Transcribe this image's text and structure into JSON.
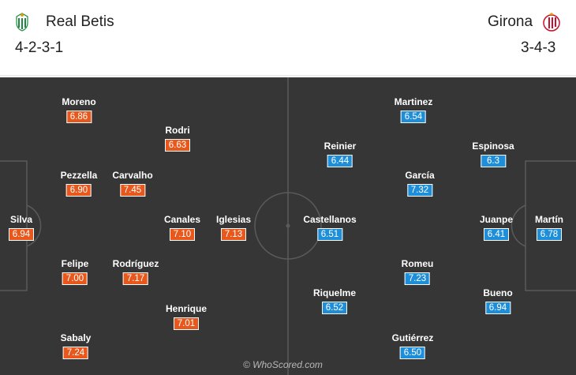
{
  "home": {
    "name": "Real Betis",
    "formation": "4-2-3-1",
    "crest_icon": "real-betis-crest-icon",
    "rating_color": "#e8581c",
    "players": [
      {
        "name": "Moreno",
        "rating": "6.86"
      },
      {
        "name": "Rodri",
        "rating": "6.63"
      },
      {
        "name": "Pezzella",
        "rating": "6.90"
      },
      {
        "name": "Carvalho",
        "rating": "7.45"
      },
      {
        "name": "Silva",
        "rating": "6.94"
      },
      {
        "name": "Canales",
        "rating": "7.10"
      },
      {
        "name": "Iglesias",
        "rating": "7.13"
      },
      {
        "name": "Felipe",
        "rating": "7.00"
      },
      {
        "name": "Rodríguez",
        "rating": "7.17"
      },
      {
        "name": "Henrique",
        "rating": "7.01"
      },
      {
        "name": "Sabaly",
        "rating": "7.24"
      }
    ]
  },
  "away": {
    "name": "Girona",
    "formation": "3-4-3",
    "crest_icon": "girona-crest-icon",
    "rating_color": "#1f8ed8",
    "players": [
      {
        "name": "Martinez",
        "rating": "6.54"
      },
      {
        "name": "Reinier",
        "rating": "6.44"
      },
      {
        "name": "Espinosa",
        "rating": "6.3"
      },
      {
        "name": "García",
        "rating": "7.32"
      },
      {
        "name": "Castellanos",
        "rating": "6.51"
      },
      {
        "name": "Juanpe",
        "rating": "6.41"
      },
      {
        "name": "Martín",
        "rating": "6.78"
      },
      {
        "name": "Romeu",
        "rating": "7.23"
      },
      {
        "name": "Riquelme",
        "rating": "6.52"
      },
      {
        "name": "Bueno",
        "rating": "6.94"
      },
      {
        "name": "Gutiérrez",
        "rating": "6.50"
      }
    ]
  },
  "watermark": "© WhoScored.com",
  "pitch_color": "#363636"
}
